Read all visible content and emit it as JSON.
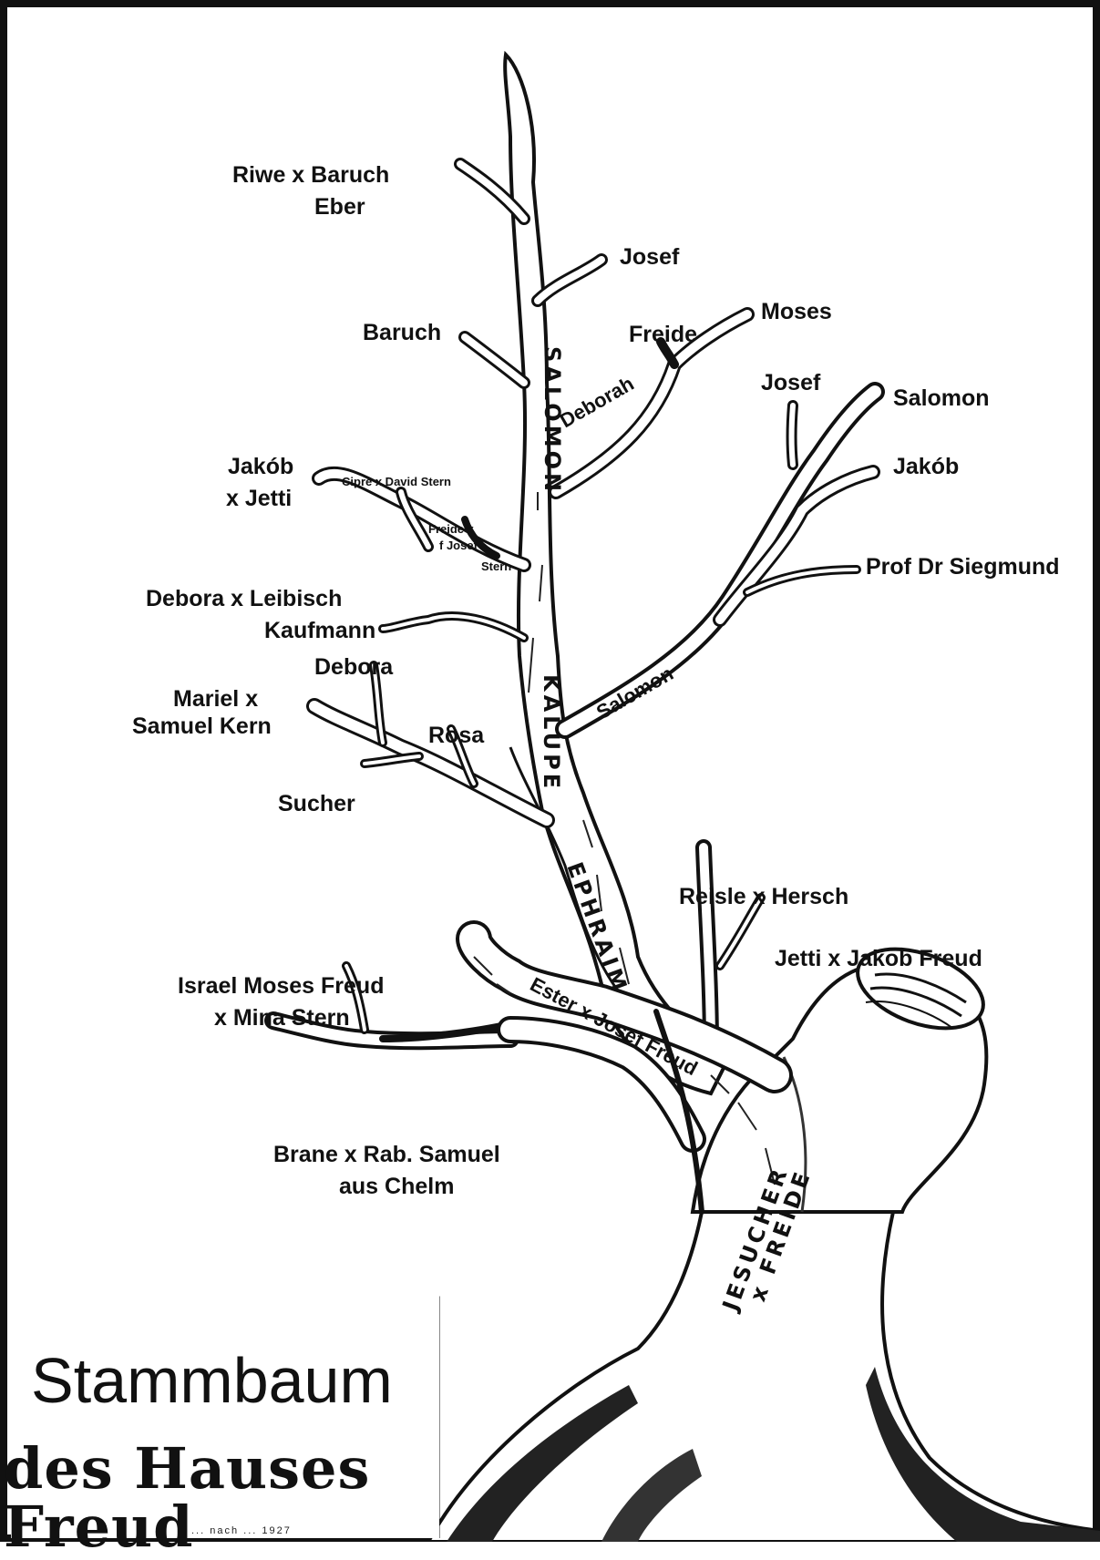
{
  "title": {
    "main": "Stammbaum",
    "sub": "des Hauses Freud",
    "footnote": "... nach ... 1927"
  },
  "labels": {
    "riwe_baruch_1": "Riwe x Baruch",
    "riwe_baruch_2": "Eber",
    "josef_top": "Josef",
    "baruch": "Baruch",
    "moses": "Moses",
    "freide_top": "Freide",
    "deborah_branch": "Deborah",
    "josef_right": "Josef",
    "salomon": "Salomon",
    "jakob_right": "Jakób",
    "prof_siegmund": "Prof Dr Siegmund",
    "jakob_left_1": "Jakób",
    "jakob_left_2": "x Jetti",
    "cipre_david": "Cipre x David Stern",
    "freide_josef_1": "Freide x",
    "freide_josef_2": "f Josef",
    "freide_josef_3": "Stern",
    "debora_leibisch_1": "Debora x Leibisch",
    "debora_leibisch_2": "Kaufmann",
    "debora": "Debora",
    "mariel_samuel_1": "Mariel x",
    "mariel_samuel_2": "Samuel Kern",
    "rosa": "Rosa",
    "sucher": "Sucher",
    "reisle_hersch": "Reisle x Hersch",
    "jetti_jakob": "Jetti x Jakob Freud",
    "israel_moses_1": "Israel Moses Freud",
    "israel_moses_2": "x Mina Stern",
    "ester_josef": "Ester x Josef Freud",
    "brane_samuel_1": "Brane x Rab. Samuel",
    "brane_samuel_2": "aus Chelm",
    "trunk_upper": "SALOMON",
    "trunk_mid": "KALUPE",
    "trunk_ephraim": "EPHRAIM",
    "trunk_base_1": "JESUCHER",
    "trunk_base_2": "x FREIDE",
    "salomon_branch": "Salomon"
  },
  "colors": {
    "ink": "#111111",
    "paper": "#ffffff"
  }
}
